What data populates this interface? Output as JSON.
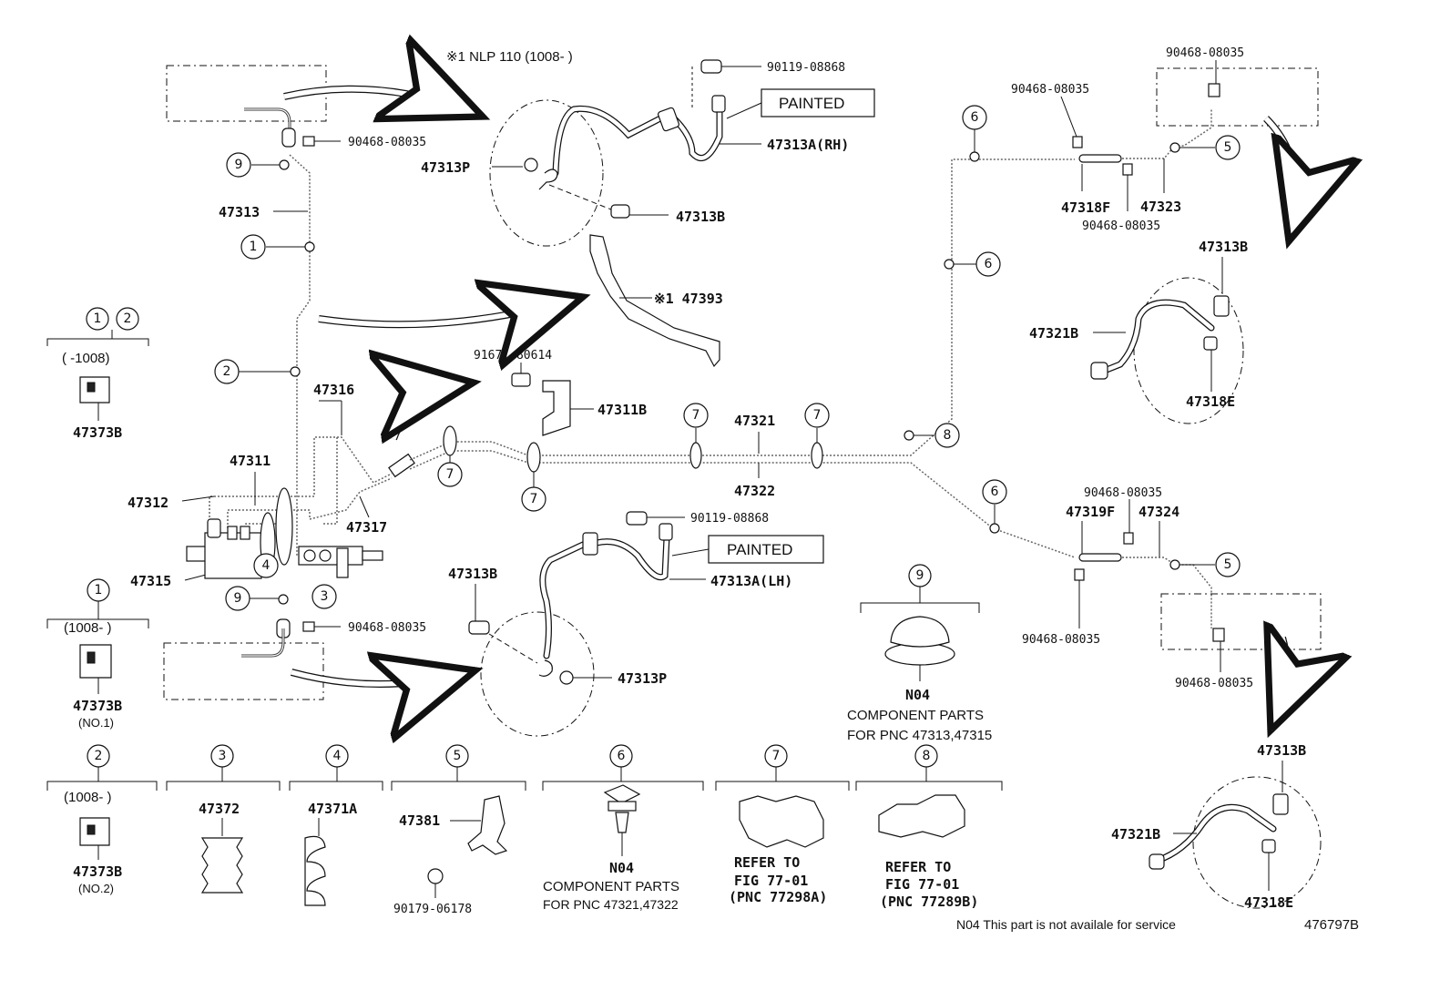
{
  "labels": {
    "nlp_note": "※1 NLP 110 (1008-    )",
    "painted_top": "PAINTED",
    "painted_bottom": "PAINTED",
    "p_90119_top": "90119-08868",
    "p_47313A_RH": "47313A(RH)",
    "p_47313P_top": "47313P",
    "p_47313B_top": "47313B",
    "p_47393": "※1 47393",
    "p_90468_left_top": "90468-08035",
    "p_47313": "47313",
    "p_91671": "91671-80614",
    "p_47311B": "47311B",
    "p_47316": "47316",
    "p_47311": "47311",
    "p_47312": "47312",
    "p_47315": "47315",
    "p_47317": "47317",
    "p_47321": "47321",
    "p_47322": "47322",
    "p_90119_bottom": "90119-08868",
    "p_47313A_LH": "47313A(LH)",
    "p_47313B_mid": "47313B",
    "p_47313P_bottom": "47313P",
    "p_90468_left_bottom": "90468-08035",
    "p_90468_r1": "90468-08035",
    "p_90468_r2": "90468-08035",
    "p_47318F": "47318F",
    "p_47323": "47323",
    "p_90468_r3": "90468-08035",
    "p_47313B_r1": "47313B",
    "p_47321B_r1": "47321B",
    "p_47318E_r1": "47318E",
    "p_90468_r4": "90468-08035",
    "p_47319F": "47319F",
    "p_47324": "47324",
    "p_90468_r5": "90468-08035",
    "p_90468_r6": "90468-08035",
    "p_47313B_r2": "47313B",
    "p_47321B_r2": "47321B",
    "p_47318E_r2": "47318E"
  },
  "callouts": {
    "c1": "1",
    "c2": "2",
    "c3": "3",
    "c4": "4",
    "c5": "5",
    "c6": "6",
    "c7": "7",
    "c8": "8",
    "c9": "9"
  },
  "legend": {
    "box12_range": "(     -1008)",
    "box12_part": "47373B",
    "box1_range": "(1008-     )",
    "box1_part": "47373B",
    "box1_note": "(NO.1)",
    "box2_range": "(1008-     )",
    "box2_part": "47373B",
    "box2_note": "(NO.2)",
    "box3_part": "47372",
    "box4_part": "47371A",
    "box5_part1": "47381",
    "box5_part2": "90179-06178",
    "box6_part": "N04",
    "box6_line1": "COMPONENT PARTS",
    "box6_line2": "FOR PNC 47321,47322",
    "box7_line1": "REFER TO",
    "box7_line2": "FIG 77-01",
    "box7_line3": "(PNC 77298A)",
    "box8_line1": "REFER TO",
    "box8_line2": "FIG 77-01",
    "box8_line3": "(PNC 77289B)",
    "box9_part": "N04",
    "box9_line1": "COMPONENT PARTS",
    "box9_line2": "FOR PNC 47313,47315"
  },
  "footer": {
    "note": "N04  This part is not availale for service",
    "figure_id": "476797B"
  }
}
